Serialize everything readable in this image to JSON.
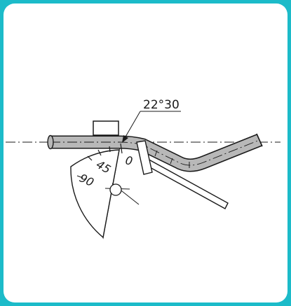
{
  "diagram": {
    "angle_label": "22°30",
    "scale_labels": {
      "zero": "0",
      "forty_five": "45",
      "ninety": "90"
    },
    "colors": {
      "frame": "#1cbbc9",
      "pipe_fill": "#b8b8b8",
      "stroke": "#1a1a1a"
    }
  }
}
